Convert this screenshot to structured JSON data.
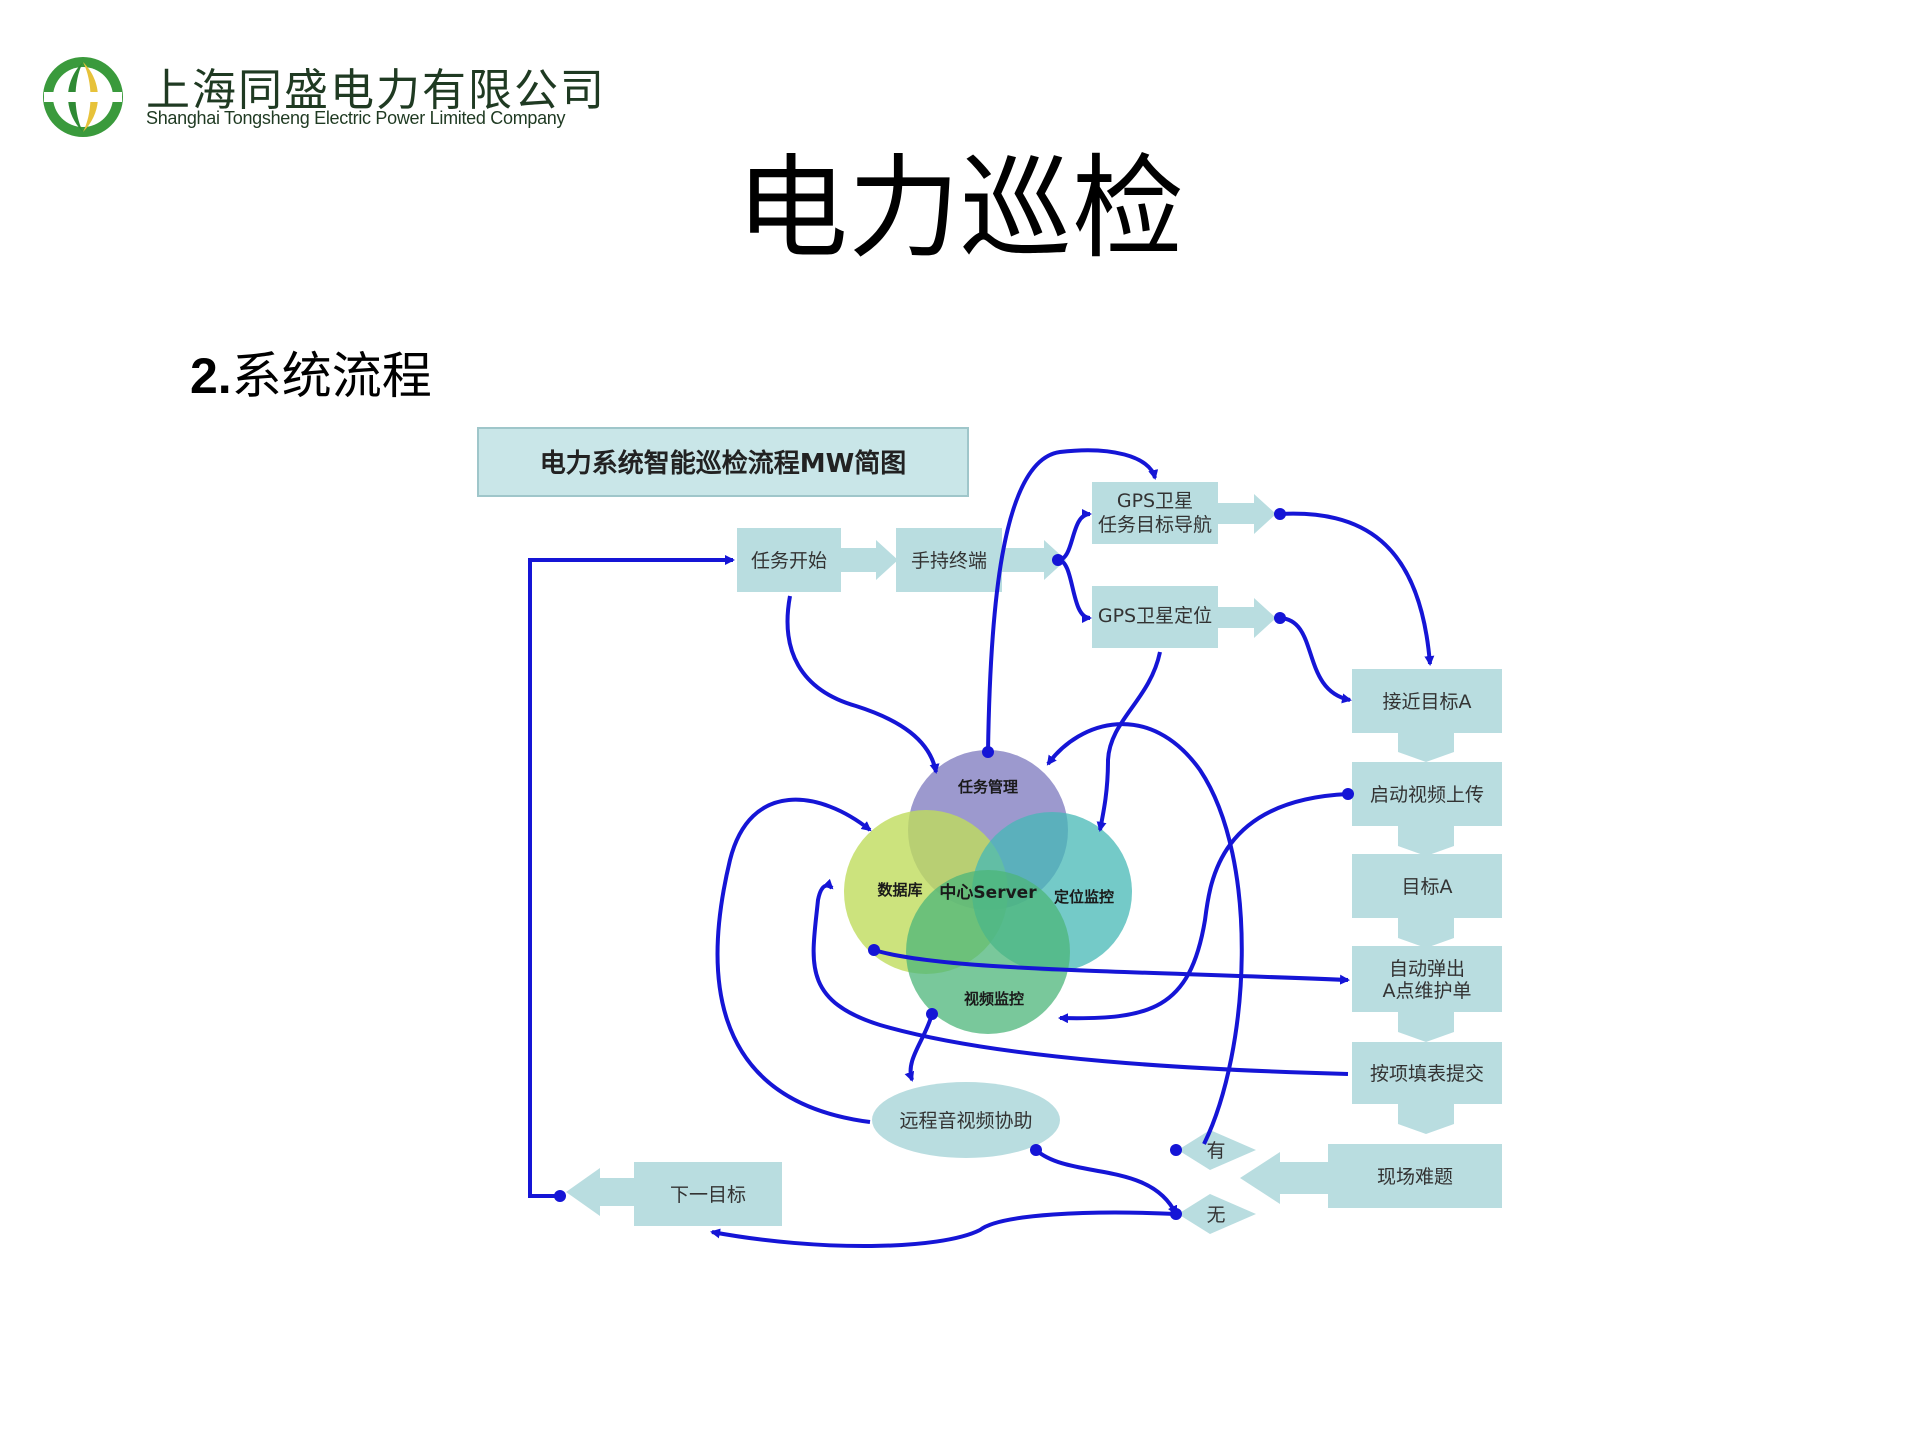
{
  "header": {
    "company_cn": "上海同盛电力有限公司",
    "company_en": "Shanghai Tongsheng Electric Power Limited Company"
  },
  "page": {
    "title": "电力巡检",
    "section_number": "2.",
    "section_title": "系统流程"
  },
  "diagram": {
    "title": "电力系统智能巡检流程MW简图",
    "nodes": {
      "task_start": "任务开始",
      "handheld": "手持终端",
      "gps_nav_line1": "GPS卫星",
      "gps_nav_line2": "任务目标导航",
      "gps_locate": "GPS卫星定位",
      "approach": "接近目标A",
      "video_upload": "启动视频上传",
      "target": "目标A",
      "popup_line1": "自动弹出",
      "popup_line2": "A点维护单",
      "fill_submit": "按项填表提交",
      "field_problem": "现场难题",
      "yes": "有",
      "no": "无",
      "next_target": "下一目标",
      "remote": "远程音视频协助"
    },
    "server": {
      "task_mgmt": "任务管理",
      "database": "数据库",
      "center": "中心Server",
      "locate_monitor": "定位监控",
      "video_monitor": "视频监控"
    },
    "colors": {
      "box": "#b9dde0",
      "arrow": "#1515d6",
      "circle_task": "#8b87c6",
      "circle_db": "#bfdc5c",
      "circle_locate": "#45b8b6",
      "circle_video": "#4cb67a"
    }
  }
}
